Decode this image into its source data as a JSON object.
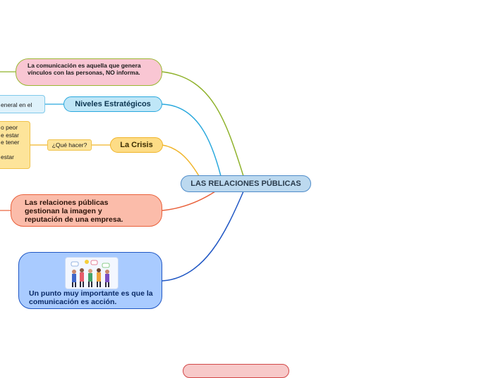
{
  "central": {
    "label": "LAS RELACIONES PÚBLICAS"
  },
  "branches": [
    {
      "id": "comunicacion",
      "label": "La comunicación es aquella que genera vínculos con las personas, NO informa.",
      "color": "#f9c6d3",
      "border": "#9ab832",
      "line": "#8fb22b"
    },
    {
      "id": "niveles",
      "label": "Niveles Estratégicos",
      "color": "#bfe6f7",
      "border": "#29a8dd",
      "line": "#29a8dd"
    },
    {
      "id": "crisis",
      "label": "La Crisis",
      "color": "#fddc86",
      "border": "#f0b428",
      "line": "#f0b428"
    },
    {
      "id": "gestion",
      "label": "Las relaciones públicas gestionan la imagen y reputación de una empresa.",
      "color": "#fbbcaa",
      "border": "#e9603a",
      "line": "#e9603a"
    },
    {
      "id": "accion",
      "label": "Un punto muy importante es que la comunicación es acción.",
      "color": "#a9cbff",
      "border": "#1f56c4",
      "line": "#1f56c4"
    }
  ],
  "subnodes": {
    "niveles_child": "eneral en el",
    "crisis_question": "¿Qué hacer?",
    "crisis_child_lines": [
      "o peor",
      "e estar",
      "e tener",
      "",
      "estar"
    ]
  }
}
